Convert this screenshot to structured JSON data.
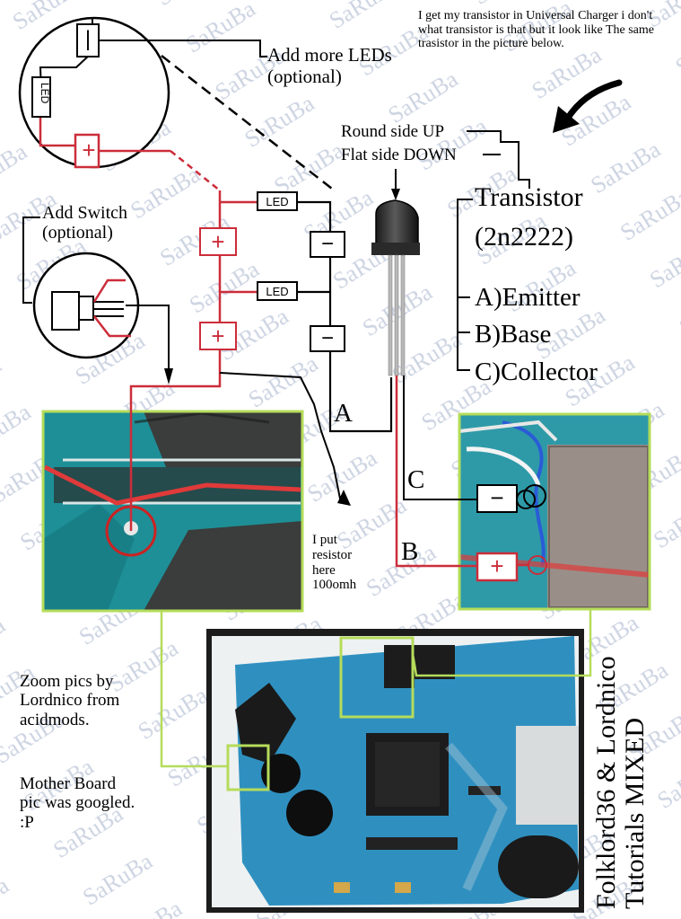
{
  "watermark": "SaRuBa",
  "notes": {
    "top": "I get my transistor in Universal Charger i don't what transistor is that but it look like The same trasistor in the picture below.",
    "add_leds": "Add more LEDs\n(optional)",
    "add_switch": "Add Switch\n(optional)",
    "round_side": "Round side UP",
    "flat_side": "Flat side DOWN",
    "resistor": "I put\nresistor\nhere\n100omh",
    "zoom_credit": "Zoom pics by\nLordnico from\nacidmods.",
    "mb_credit": "Mother Board\npic was googled.\n         :P",
    "authors": "Folklord36 & Lordnico\nTutorials MIXED"
  },
  "transistor": {
    "title": "Transistor",
    "model": "(2n2222)",
    "pins": [
      "A)Emitter",
      "B)Base",
      "C)Collector"
    ]
  },
  "legs": {
    "a": "A",
    "b": "B",
    "c": "C"
  },
  "led_label": "LED",
  "symbols": {
    "plus": "+",
    "minus": "−",
    "bar": "|"
  },
  "colors": {
    "wire_red": "#cc2d3a",
    "wire_black": "#000000",
    "frame_green": "#b5dc5a",
    "pcb_teal": "#1e8f96",
    "board_blue": "#2f90c0",
    "watermark": "#c4ccdd"
  }
}
